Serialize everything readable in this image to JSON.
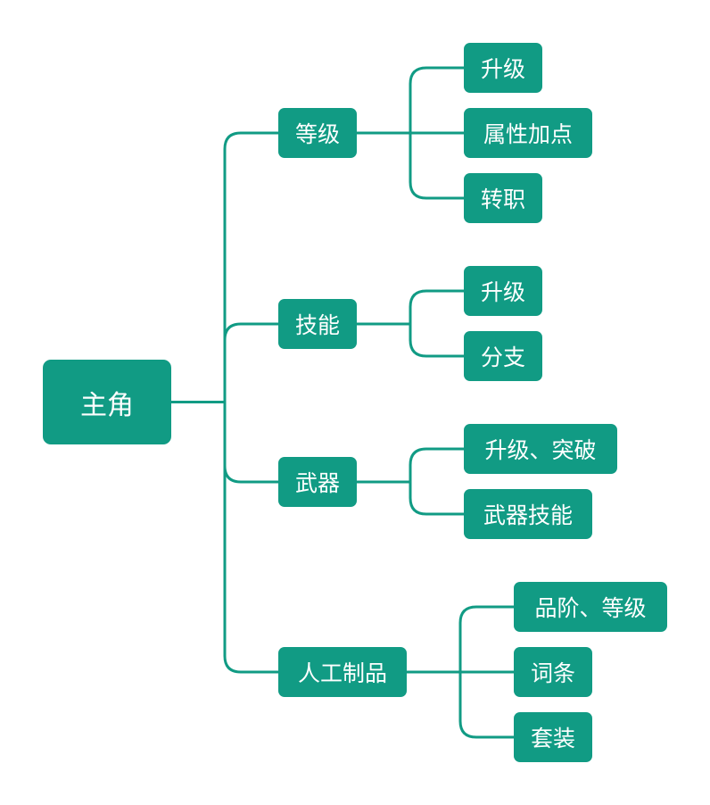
{
  "colors": {
    "node_fill": "#119b84",
    "line": "#119b84",
    "text": "#ffffff",
    "background": "#ffffff"
  },
  "root": {
    "label": "主角",
    "children": [
      {
        "label": "等级",
        "children": [
          "升级",
          "属性加点",
          "转职"
        ]
      },
      {
        "label": "技能",
        "children": [
          "升级",
          "分支"
        ]
      },
      {
        "label": "武器",
        "children": [
          "升级、突破",
          "武器技能"
        ]
      },
      {
        "label": "人工制品",
        "children": [
          "品阶、等级",
          "词条",
          "套装"
        ]
      }
    ]
  }
}
